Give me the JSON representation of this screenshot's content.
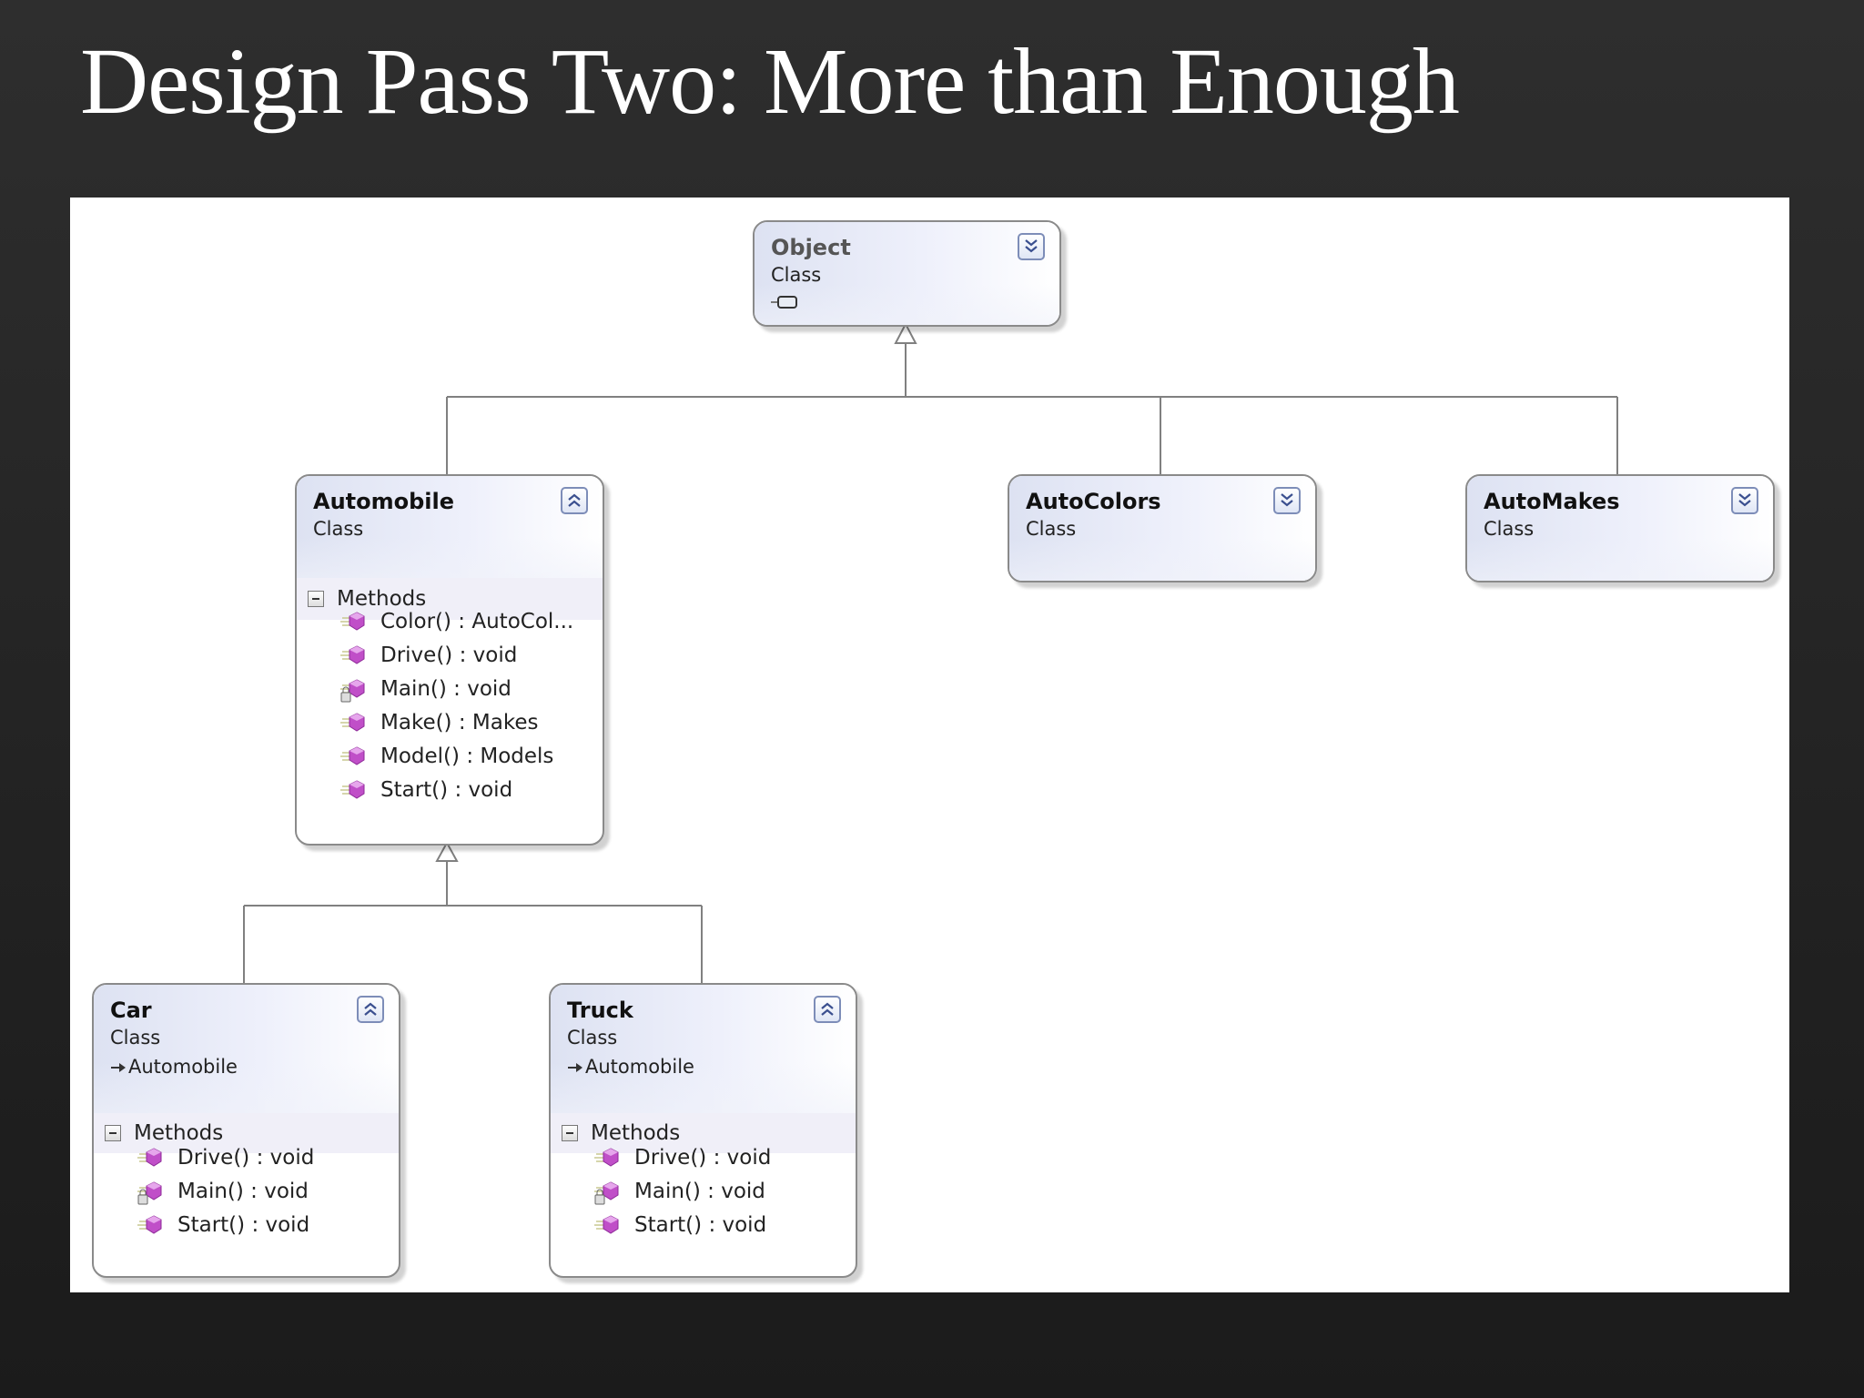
{
  "slide": {
    "title": "Design Pass Two: More than Enough"
  },
  "diagram": {
    "classes": [
      {
        "id": "object",
        "name": "Object",
        "kind": "Class",
        "collapsed": true,
        "abstract": true,
        "icon": "interface-lollipop-icon",
        "methods": []
      },
      {
        "id": "automobile",
        "name": "Automobile",
        "kind": "Class",
        "collapsed": false,
        "section": "Methods",
        "methods": [
          {
            "label": "Color() :  AutoCol...",
            "access": "public"
          },
          {
            "label": "Drive() : void",
            "access": "public"
          },
          {
            "label": "Main() : void",
            "access": "private"
          },
          {
            "label": "Make() : Makes",
            "access": "public"
          },
          {
            "label": "Model() : Models",
            "access": "public"
          },
          {
            "label": "Start() : void",
            "access": "public"
          }
        ]
      },
      {
        "id": "autocolors",
        "name": "AutoColors",
        "kind": "Class",
        "collapsed": true,
        "methods": []
      },
      {
        "id": "automakes",
        "name": "AutoMakes",
        "kind": "Class",
        "collapsed": true,
        "methods": []
      },
      {
        "id": "car",
        "name": "Car",
        "kind": "Class",
        "base": "Automobile",
        "collapsed": false,
        "section": "Methods",
        "methods": [
          {
            "label": "Drive() : void",
            "access": "public"
          },
          {
            "label": "Main() : void",
            "access": "private"
          },
          {
            "label": "Start() : void",
            "access": "public"
          }
        ]
      },
      {
        "id": "truck",
        "name": "Truck",
        "kind": "Class",
        "base": "Automobile",
        "collapsed": false,
        "section": "Methods",
        "methods": [
          {
            "label": "Drive() : void",
            "access": "public"
          },
          {
            "label": "Main() : void",
            "access": "private"
          },
          {
            "label": "Start() : void",
            "access": "public"
          }
        ]
      }
    ],
    "inheritance": [
      {
        "child": "automobile",
        "parent": "object"
      },
      {
        "child": "autocolors",
        "parent": "object"
      },
      {
        "child": "automakes",
        "parent": "object"
      },
      {
        "child": "car",
        "parent": "automobile"
      },
      {
        "child": "truck",
        "parent": "automobile"
      }
    ],
    "colors": {
      "method_icon": "#c04fc8",
      "border": "#8a8a8a",
      "header": "#dde2f2"
    }
  }
}
